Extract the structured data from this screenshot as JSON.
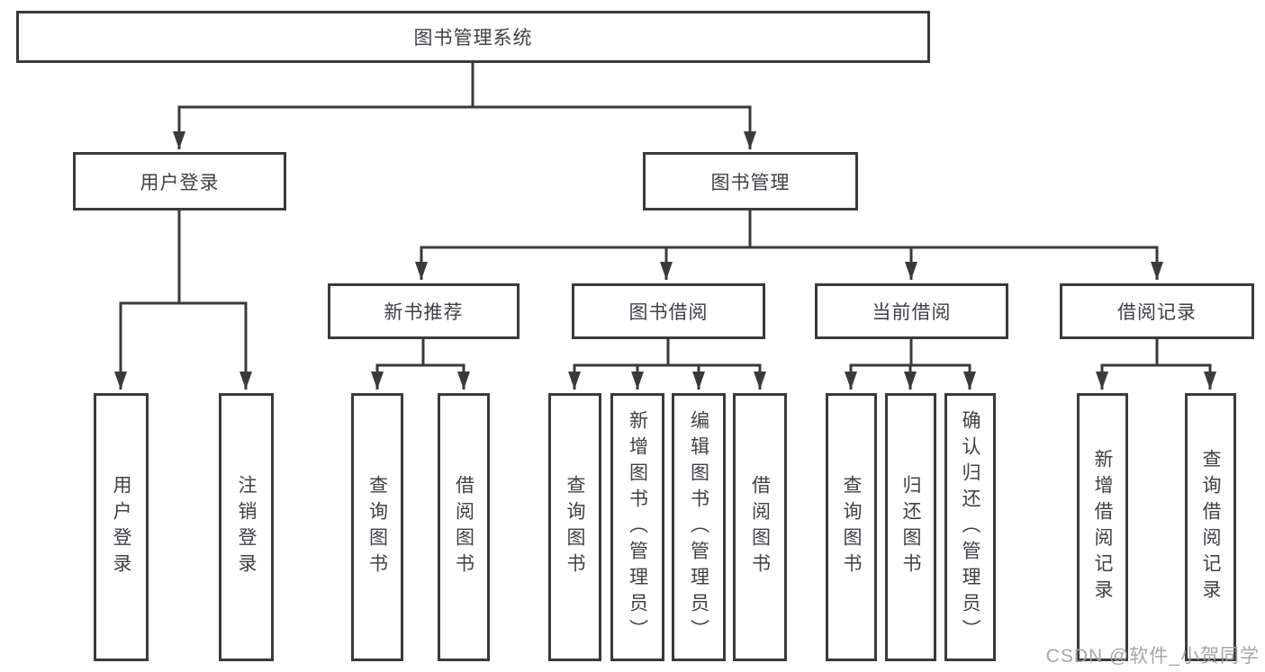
{
  "diagram": {
    "root": {
      "label": "图书管理系统"
    },
    "branches": [
      {
        "label": "用户登录",
        "children": [
          {
            "label": "用户登录"
          },
          {
            "label": "注销登录"
          }
        ]
      },
      {
        "label": "图书管理",
        "children": [
          {
            "label": "新书推荐",
            "children": [
              {
                "label": "查询图书"
              },
              {
                "label": "借阅图书"
              }
            ]
          },
          {
            "label": "图书借阅",
            "children": [
              {
                "label": "查询图书"
              },
              {
                "label": "新增图书（管理员）"
              },
              {
                "label": "编辑图书（管理员）"
              },
              {
                "label": "借阅图书"
              }
            ]
          },
          {
            "label": "当前借阅",
            "children": [
              {
                "label": "查询图书"
              },
              {
                "label": "归还图书"
              },
              {
                "label": "确认归还（管理员）"
              }
            ]
          },
          {
            "label": "借阅记录",
            "children": [
              {
                "label": "新增借阅记录"
              },
              {
                "label": "查询借阅记录"
              }
            ]
          }
        ]
      }
    ]
  },
  "watermark": {
    "text": "CSDN @软件_小贺同学",
    "color": "#9ea2aa"
  },
  "colors": {
    "background": "#ffffff",
    "line": "#3a3a3a",
    "box_border": "#3a3a3a",
    "text": "#3f4147"
  }
}
